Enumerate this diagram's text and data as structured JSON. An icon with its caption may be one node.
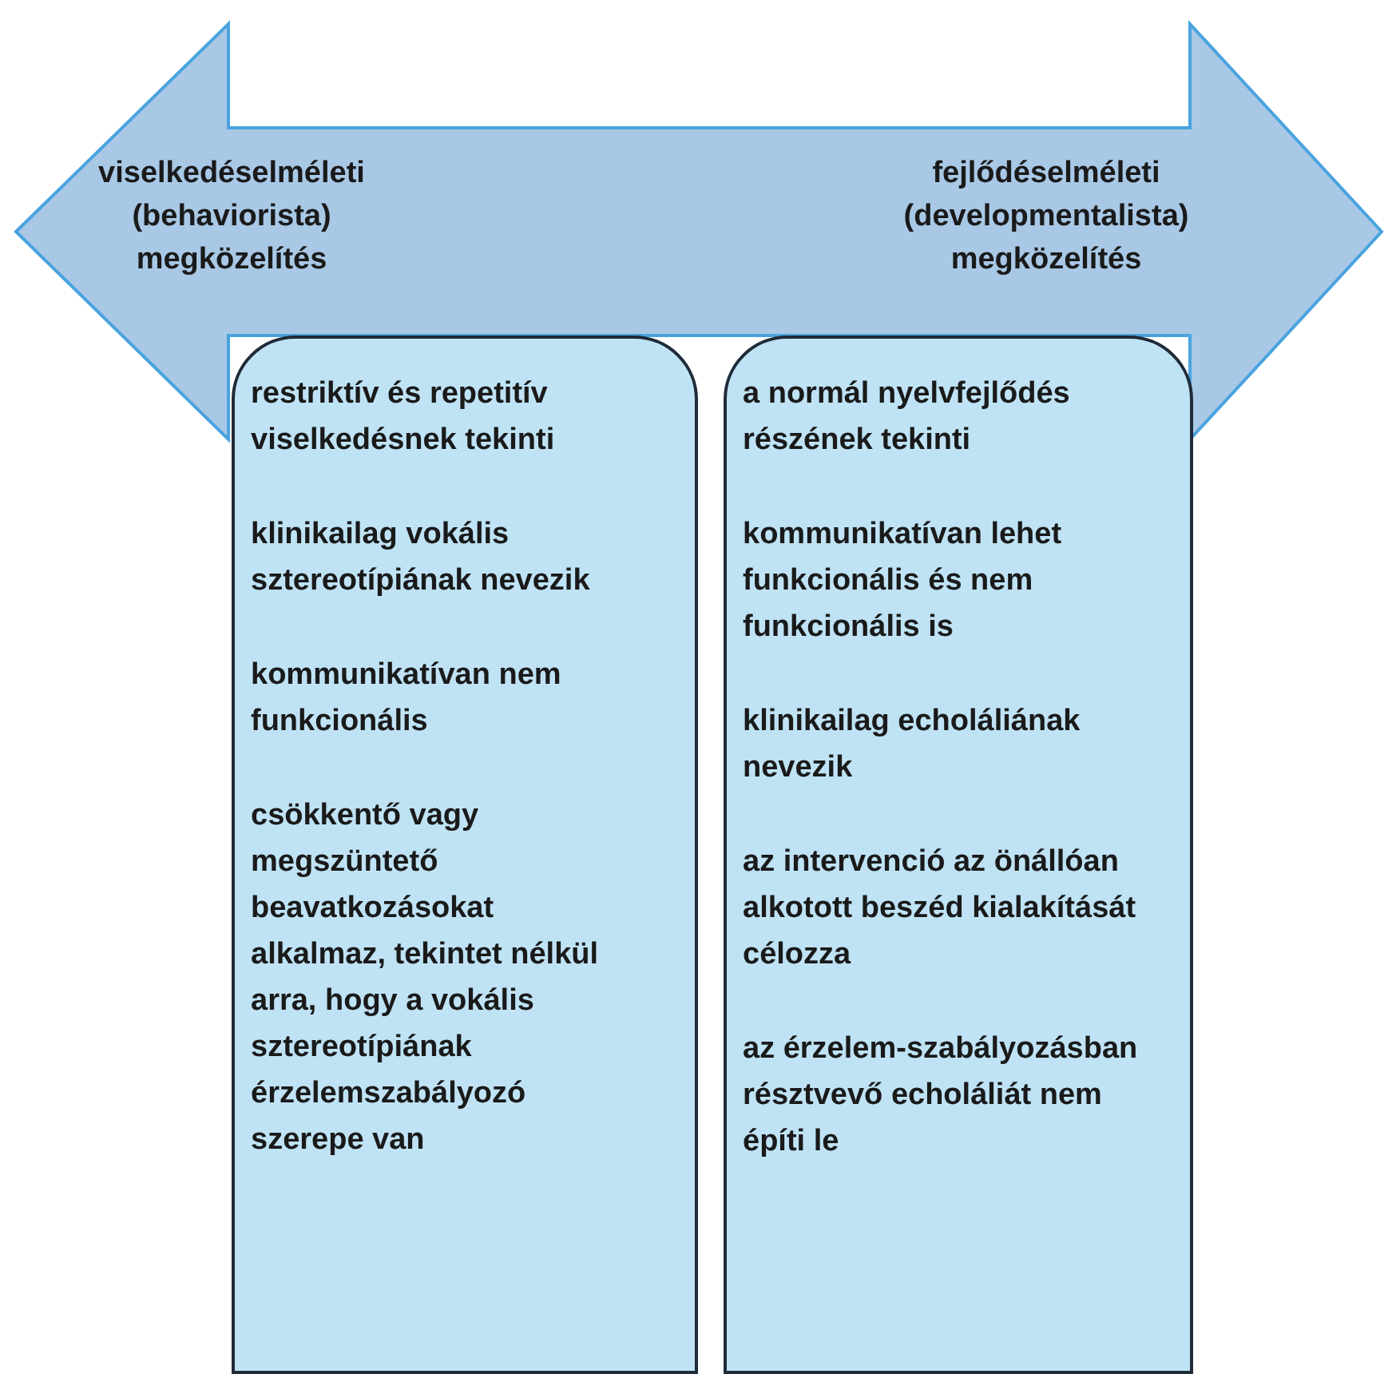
{
  "diagram": {
    "nodes": [
      {
        "text": [
          "viselkedéselméleti (behaviorista) megközelítés",
          "fejlődéselméleti (developmentalista) megközelítés"
        ]
      },
      {
        "text": [
          "restriktív és repetitív viselkedésnek tekinti",
          "klinikailag vokális sztereotípiának nevezik",
          "kommunikatívan nem funkcionális",
          "csökkentő vagy megszüntető beavatkozásokat alkalmaz, tekintet nélkül arra, hogy a vokális sztereotípiának érzelemszabályozó szerepe van"
        ]
      },
      {
        "text": [
          "a normál nyelvfejlődés részének tekinti",
          "kommunikatívan lehet funkcionális és nem funkcionális is",
          "klinikailag echoláliának nevezik",
          "az intervenció az önállóan alkotott beszéd kialakítását célozza",
          "az érzelem-szabályozásban résztvevő echoláliát nem építi le"
        ]
      }
    ]
  }
}
